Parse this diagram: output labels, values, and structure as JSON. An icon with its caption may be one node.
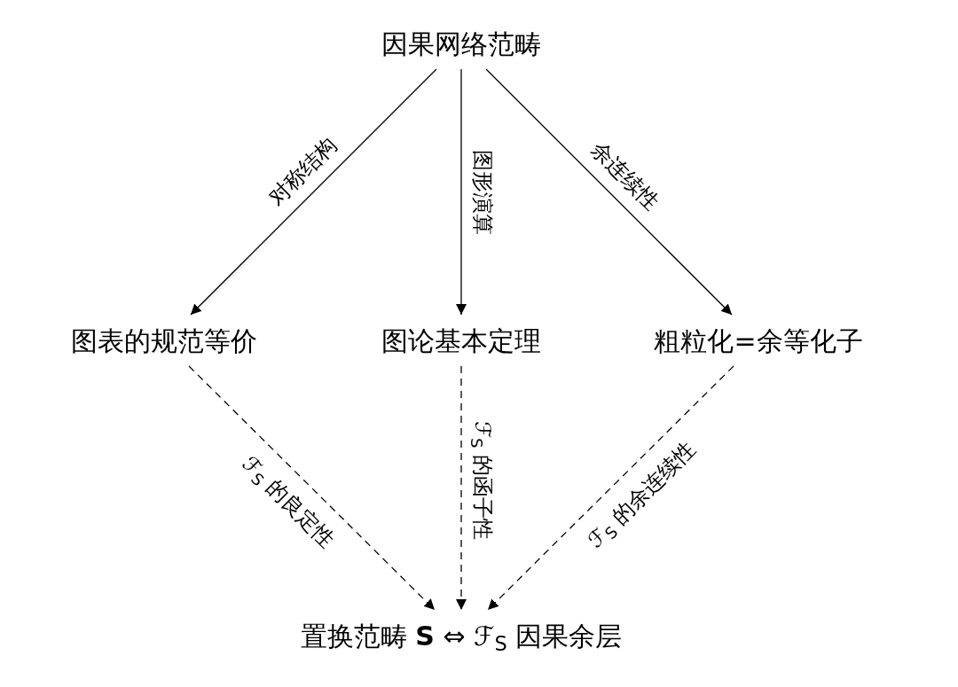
{
  "diagram": {
    "nodes": [
      {
        "text": [
          "因果网络范畴"
        ]
      },
      {
        "text": [
          "图表的规范等价"
        ]
      },
      {
        "text": [
          "图论基本定理"
        ]
      },
      {
        "text": [
          "粗粒化=余等化子"
        ]
      },
      {
        "text": [
          "置换范畴 **S** ⇔ ℱ$_{S}$ 因果余层"
        ]
      }
    ],
    "edges": [
      {
        "from": 0,
        "to": 1,
        "arrow": "to",
        "label": "对称结构"
      },
      {
        "from": 0,
        "to": 2,
        "arrow": "to",
        "label": "图形演算"
      },
      {
        "from": 0,
        "to": 3,
        "arrow": "to",
        "label": "余连续性"
      },
      {
        "from": 1,
        "to": 4,
        "arrow": "to",
        "label": "ℱ$_{S}$ 的良定性",
        "style": "dashed"
      },
      {
        "from": 2,
        "to": 4,
        "arrow": "to",
        "label": "ℱ$_{S}$ 的函子性",
        "style": "dashed"
      },
      {
        "from": 3,
        "to": 4,
        "arrow": "to",
        "label": "ℱ$_{S}$ 的余连续性",
        "style": "dashed"
      }
    ]
  }
}
